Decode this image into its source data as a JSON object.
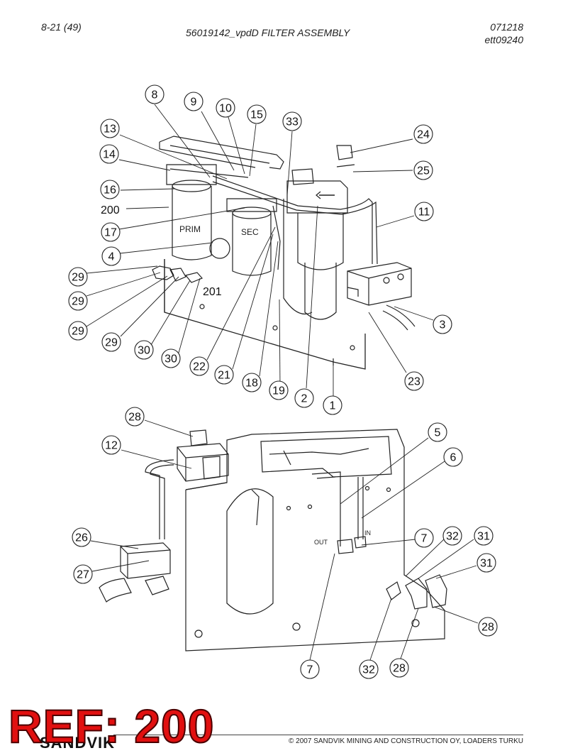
{
  "header": {
    "page": "8-21 (49)",
    "title": "56019142_vpdD FILTER ASSEMBLY",
    "code1": "071218",
    "code2": "ett09240"
  },
  "labels": {
    "prim": "PRIM",
    "sec": "SEC",
    "out": "OUT",
    "in": "IN",
    "n200": "200",
    "n201": "201"
  },
  "callouts": [
    "8",
    "9",
    "10",
    "15",
    "33",
    "13",
    "24",
    "14",
    "25",
    "16",
    "11",
    "17",
    "4",
    "29",
    "29",
    "29",
    "29",
    "3",
    "30",
    "30",
    "22",
    "21",
    "18",
    "19",
    "2",
    "1",
    "23",
    "28",
    "12",
    "5",
    "6",
    "26",
    "7",
    "32",
    "31",
    "27",
    "31",
    "28",
    "7",
    "32",
    "28"
  ],
  "footer": {
    "ref": "REF: 200",
    "brand": "SANDVIK",
    "copyright": "© 2007 SANDVIK MINING AND CONSTRUCTION OY, LOADERS TURKU"
  }
}
